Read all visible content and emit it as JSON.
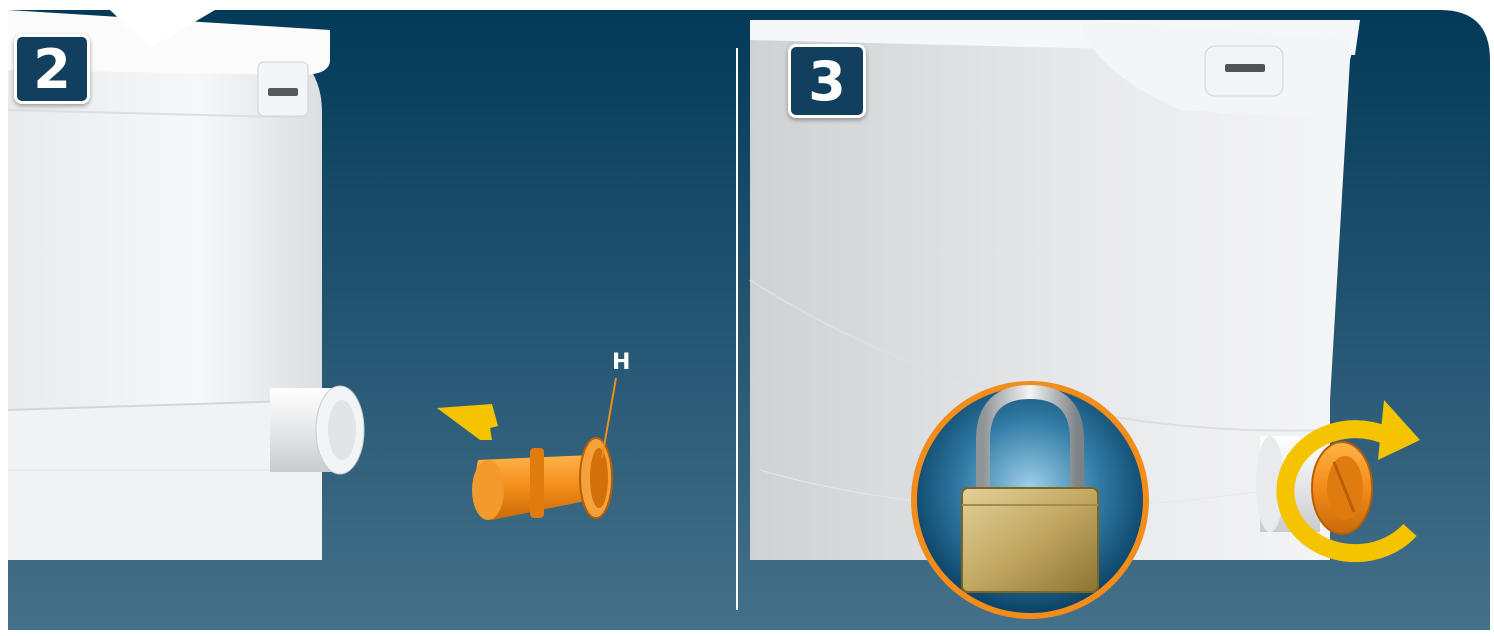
{
  "steps": [
    {
      "number": "2",
      "part_label": "H"
    },
    {
      "number": "3"
    }
  ],
  "colors": {
    "background_top": "#023a58",
    "background_bottom": "#45708a",
    "accent_orange": "#f28c1a",
    "arrow_yellow": "#f5c400",
    "badge": "#123f5e"
  },
  "icons": [
    "pump-unit",
    "outlet-spigot",
    "filter-cap",
    "direction-arrow",
    "padlock",
    "rotate-arrow"
  ]
}
